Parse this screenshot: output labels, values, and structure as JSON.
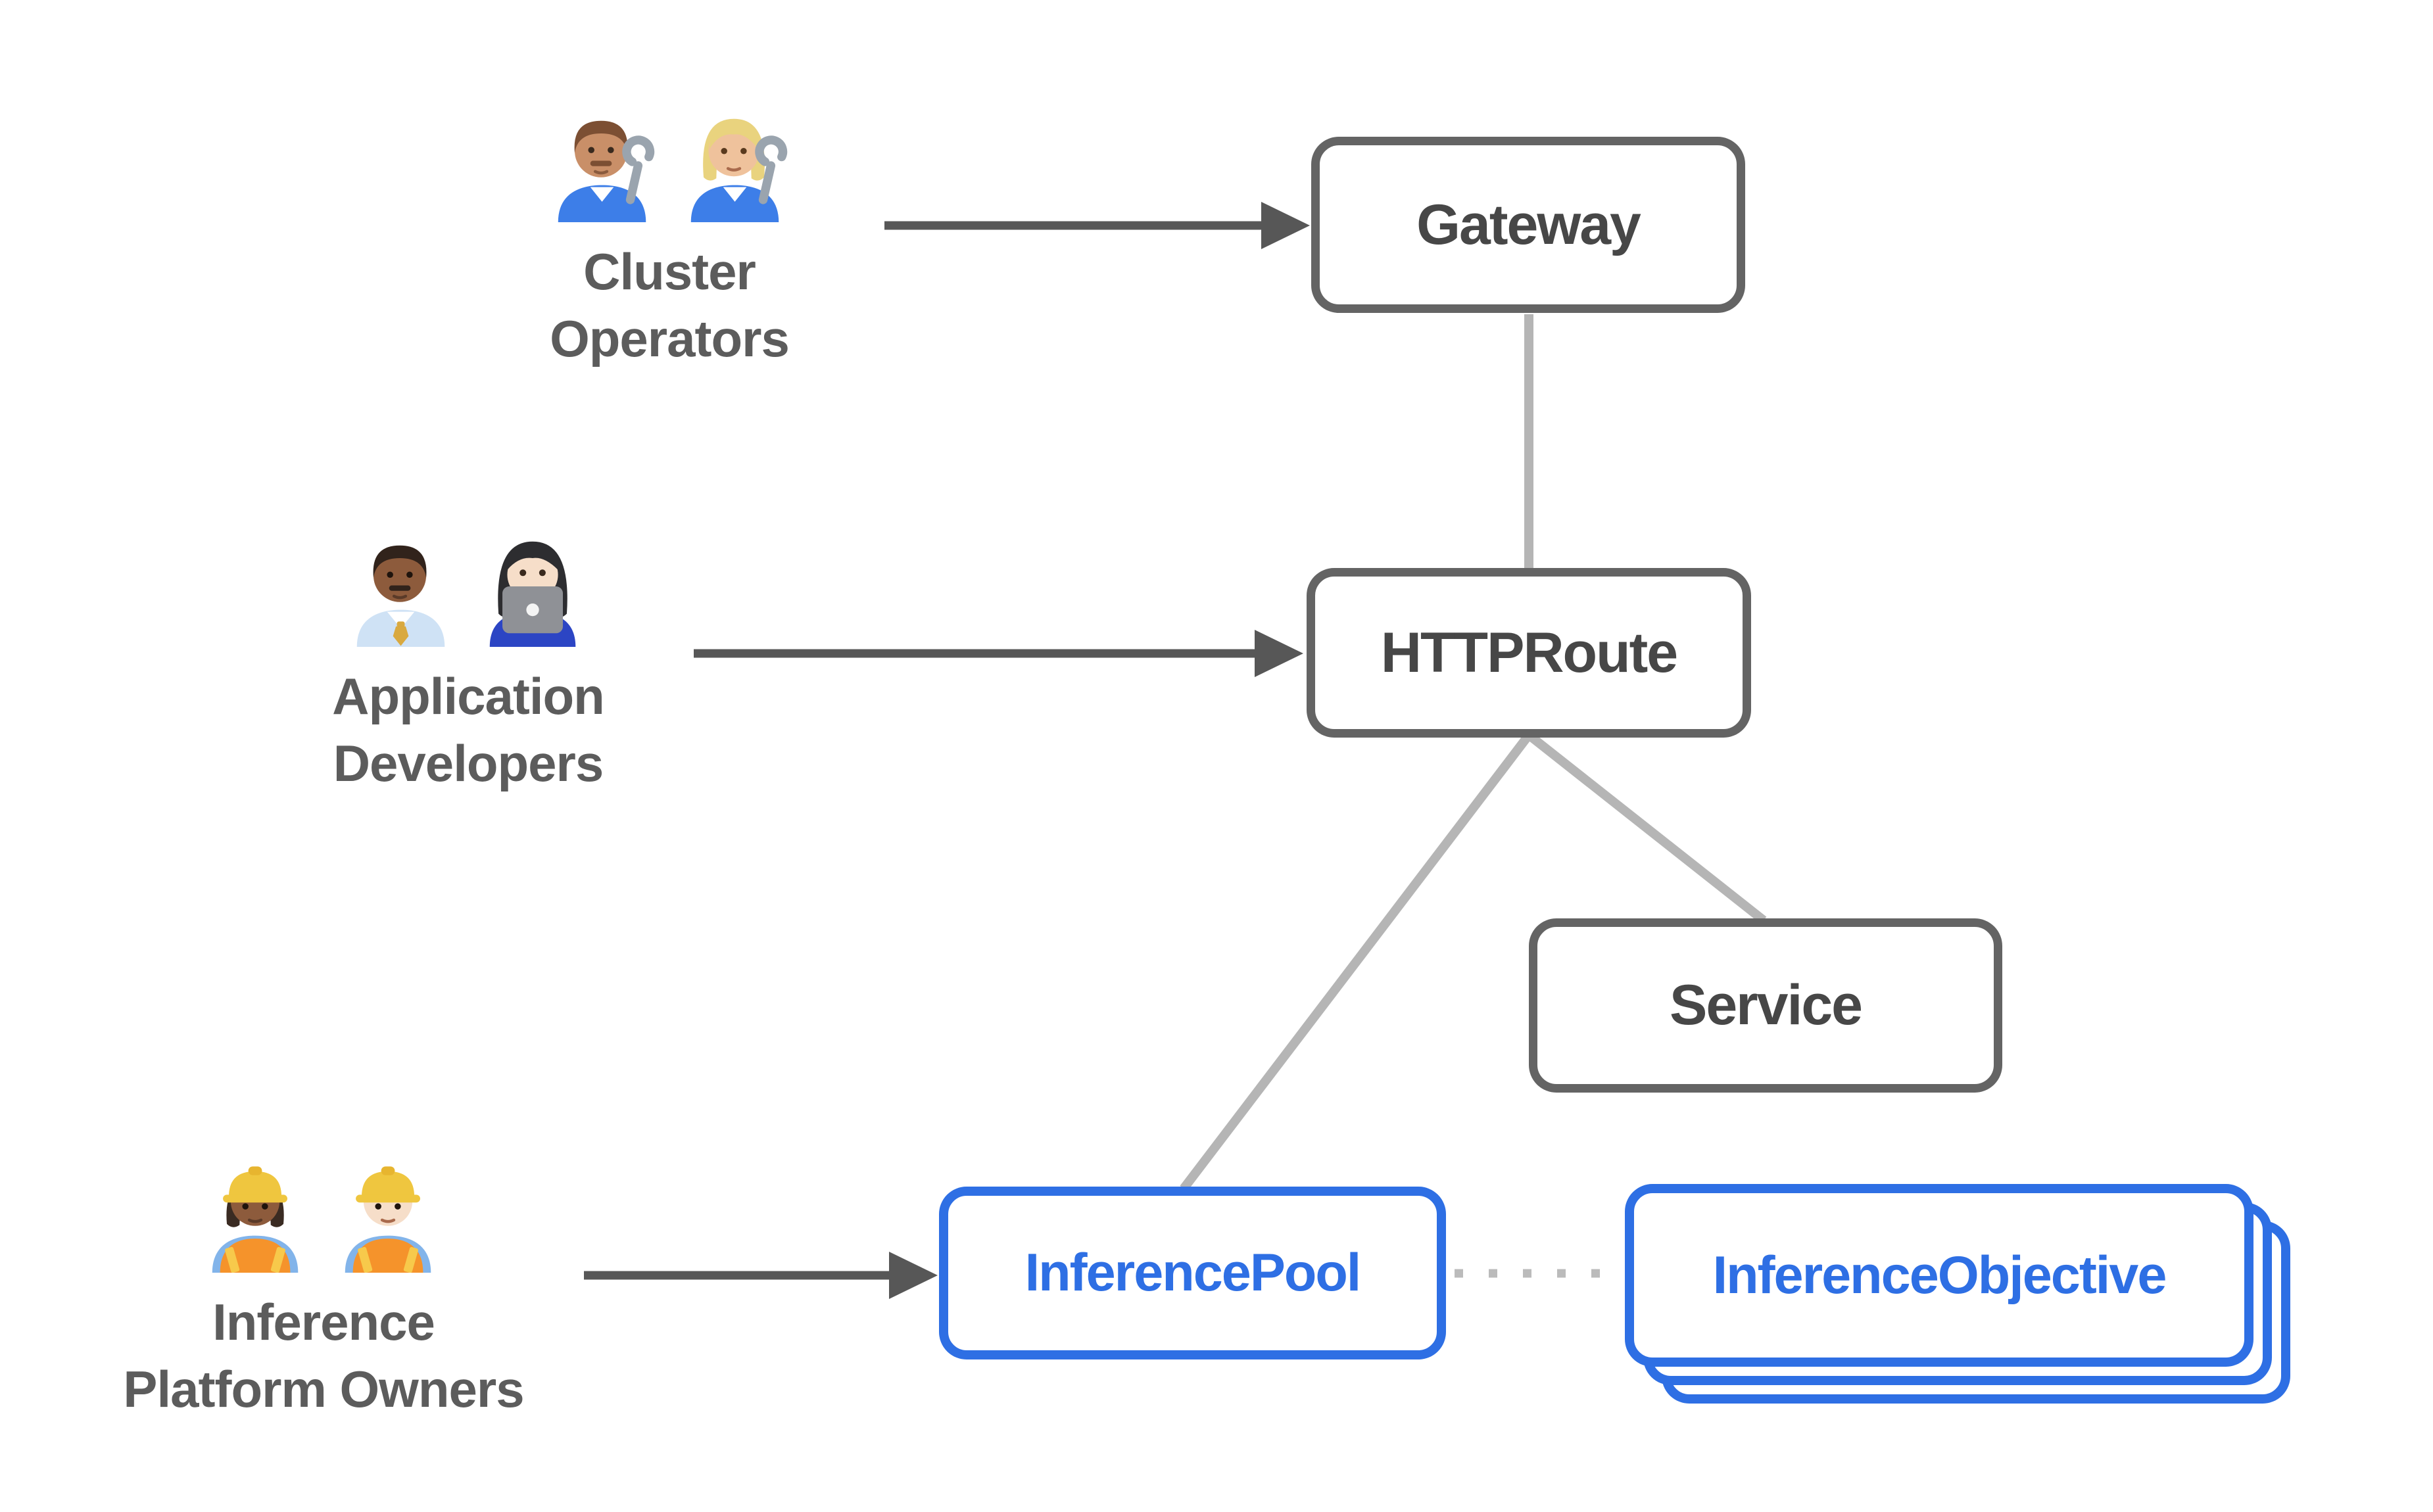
{
  "diagram": {
    "colors": {
      "background": "#FFFFFF",
      "node_border_gray": "#646464",
      "node_text_gray": "#474747",
      "actor_text_gray": "#5C5C5C",
      "accent_blue": "#2E6FE4",
      "connector_light_gray": "#B5B5B5",
      "dotted_line_gray": "#BBBBBB",
      "arrow_dark_gray": "#575757"
    },
    "actors": {
      "cluster_operators": {
        "line1": "Cluster",
        "line2": "Operators",
        "icons": [
          "man-mechanic-emoji",
          "woman-mechanic-emoji"
        ]
      },
      "application_developers": {
        "line1": "Application",
        "line2": "Developers",
        "icons": [
          "man-office-worker-emoji",
          "woman-technologist-emoji"
        ]
      },
      "inference_platform_owners": {
        "line1": "Inference",
        "line2": "Platform Owners",
        "icons": [
          "woman-construction-worker-emoji",
          "man-construction-worker-emoji"
        ]
      }
    },
    "nodes": {
      "gateway": {
        "label": "Gateway"
      },
      "httproute": {
        "label": "HTTPRoute"
      },
      "service": {
        "label": "Service"
      },
      "inference_pool": {
        "label": "InferencePool"
      },
      "inference_objective": {
        "label": "InferenceObjective",
        "stacked_copies": 3
      }
    },
    "edges": [
      {
        "from": "cluster-operators",
        "to": "gateway",
        "style": "solid-arrow"
      },
      {
        "from": "application-developers",
        "to": "httproute",
        "style": "solid-arrow"
      },
      {
        "from": "inference-platform-owners",
        "to": "inference-pool",
        "style": "solid-arrow"
      },
      {
        "from": "gateway",
        "to": "httproute",
        "style": "plain-line"
      },
      {
        "from": "httproute",
        "to": "inference-pool",
        "style": "plain-line"
      },
      {
        "from": "httproute",
        "to": "service",
        "style": "plain-line"
      },
      {
        "from": "inference-pool",
        "to": "inference-objective",
        "style": "dotted-line"
      }
    ]
  }
}
